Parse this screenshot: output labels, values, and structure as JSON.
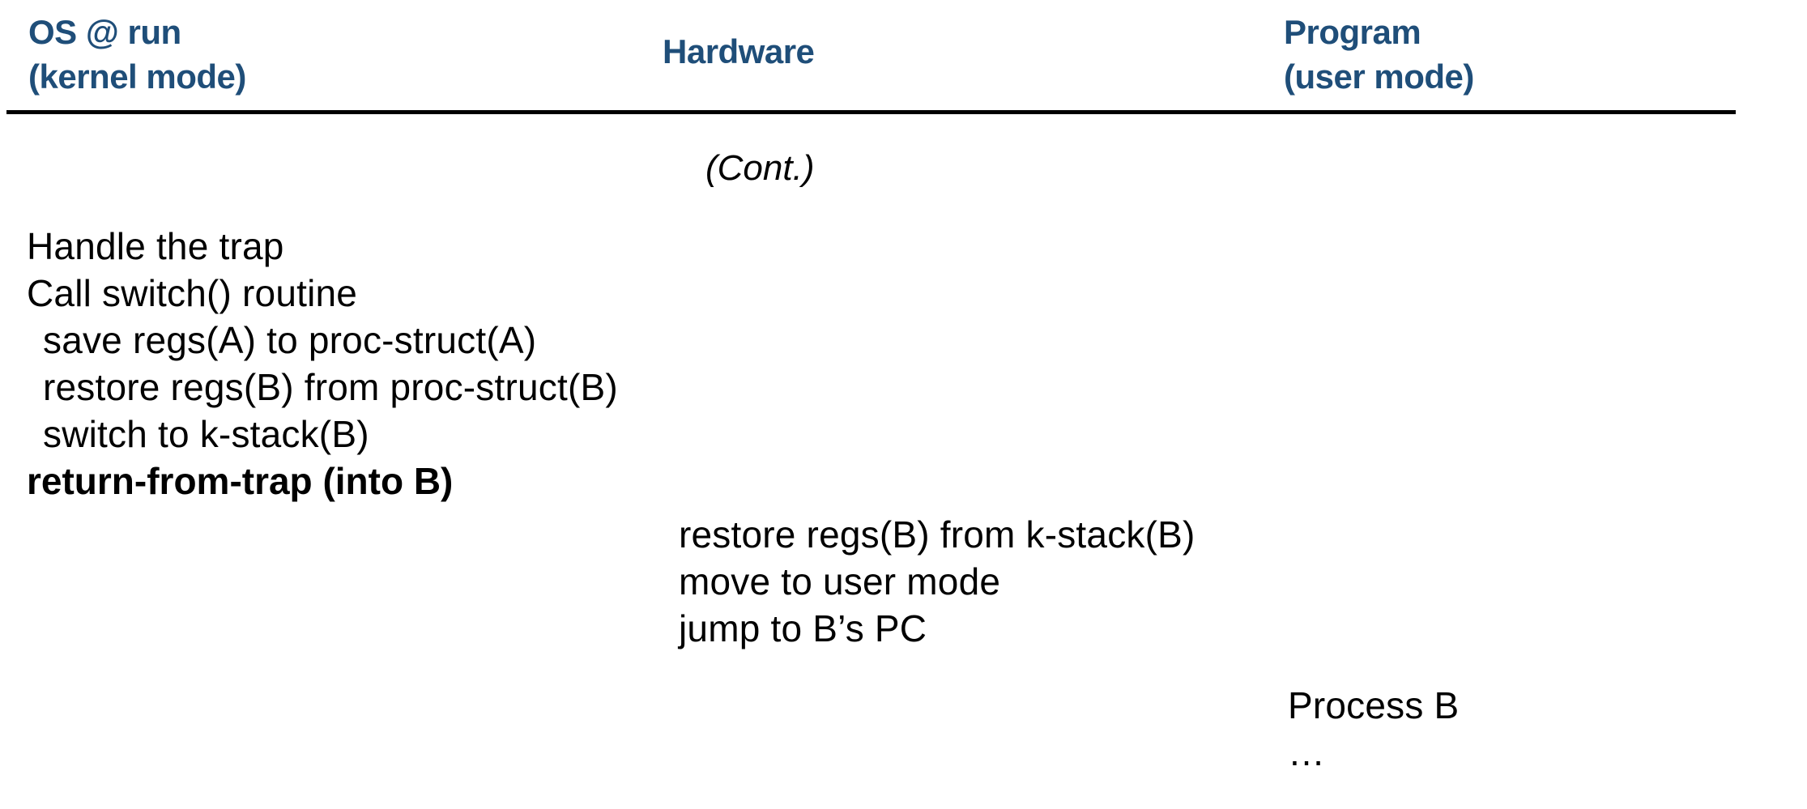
{
  "colors": {
    "accent_blue": "#1f4e79",
    "text": "#000000",
    "background": "#ffffff",
    "rule": "#000000"
  },
  "header": {
    "os": {
      "line1": "OS @ run",
      "line2": "(kernel mode)"
    },
    "hardware": {
      "line1": "Hardware"
    },
    "program": {
      "line1": "Program",
      "line2": "(user mode)"
    }
  },
  "cont_note": "(Cont.)",
  "columns": {
    "os": {
      "lines": [
        {
          "text": "Handle the trap"
        },
        {
          "text": "Call switch() routine"
        },
        {
          "text": "save regs(A) to proc-struct(A)"
        },
        {
          "text": "restore regs(B) from proc-struct(B)"
        },
        {
          "text": "switch to k-stack(B)"
        },
        {
          "text": "return-from-trap (into B)"
        }
      ]
    },
    "hardware": {
      "lines": [
        {
          "text": "restore regs(B) from k-stack(B)"
        },
        {
          "text": "move to user mode"
        },
        {
          "text": "jump to B’s PC"
        }
      ]
    },
    "program": {
      "lines": [
        {
          "text": "Process B"
        },
        {
          "text": "…"
        }
      ]
    }
  }
}
